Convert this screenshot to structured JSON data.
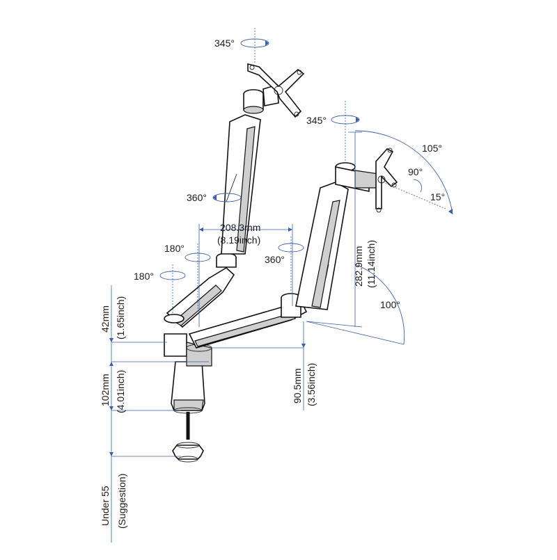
{
  "labels": {
    "rot_top_monitor": "345°",
    "rot_right_monitor": "345°",
    "tilt_105": "105°",
    "tilt_90": "90°",
    "tilt_15": "15°",
    "swivel_left_arm": "360°",
    "swivel_elbow_right": "360°",
    "swivel_left_elbow": "180°",
    "swivel_base_left": "180°",
    "arm_tilt_100": "100°",
    "width_mm": "208.3mm",
    "width_in": "(8.19inch)",
    "height_mm": "282.9mm",
    "height_in": "(11.14inch)",
    "gap_mm": "42mm",
    "gap_in": "(1.65inch)",
    "pole_mm": "102mm",
    "pole_in": "(4.01inch)",
    "drop_mm": "90.5mm",
    "drop_in": "(3.56inch)",
    "clamp_text": "Under 55",
    "clamp_sub": "(Suggestion)"
  }
}
